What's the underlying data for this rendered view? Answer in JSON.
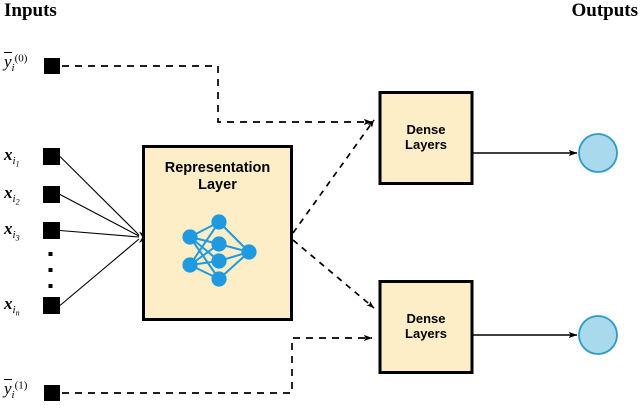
{
  "diagram": {
    "title_left": "Inputs",
    "title_right": "Outputs",
    "colors": {
      "box_fill": "#fdeec8",
      "box_border": "#000000",
      "node_blue": "#1f9ae0",
      "circle_fill": "#a9d9ec",
      "circle_border": "#2e9bc4",
      "line": "#000000",
      "background": "#ffffff"
    },
    "inputs": {
      "feedback_top": {
        "base": "y",
        "overbar": true,
        "subscript": "i",
        "superscript": "(0)"
      },
      "feedback_bottom": {
        "base": "y",
        "overbar": true,
        "subscript": "i",
        "superscript": "(1)"
      },
      "features": [
        {
          "base": "x",
          "subscript": "i",
          "index": "1"
        },
        {
          "base": "x",
          "subscript": "i",
          "index": "2"
        },
        {
          "base": "x",
          "subscript": "i",
          "index": "3"
        },
        {
          "base": "x",
          "subscript": "i",
          "index": "n"
        }
      ],
      "ellipsis": "⋮"
    },
    "blocks": {
      "representation": {
        "line1": "Representation",
        "line2": "Layer"
      },
      "dense_top": {
        "line1": "Dense",
        "line2": "Layers"
      },
      "dense_bottom": {
        "line1": "Dense",
        "line2": "Layers"
      }
    },
    "outputs": [
      {
        "name": "output-node-top"
      },
      {
        "name": "output-node-bottom"
      }
    ],
    "embedded_network": {
      "type": "mlp",
      "layer_sizes": [
        2,
        4,
        1
      ],
      "node_color": "#1f9ae0"
    }
  }
}
